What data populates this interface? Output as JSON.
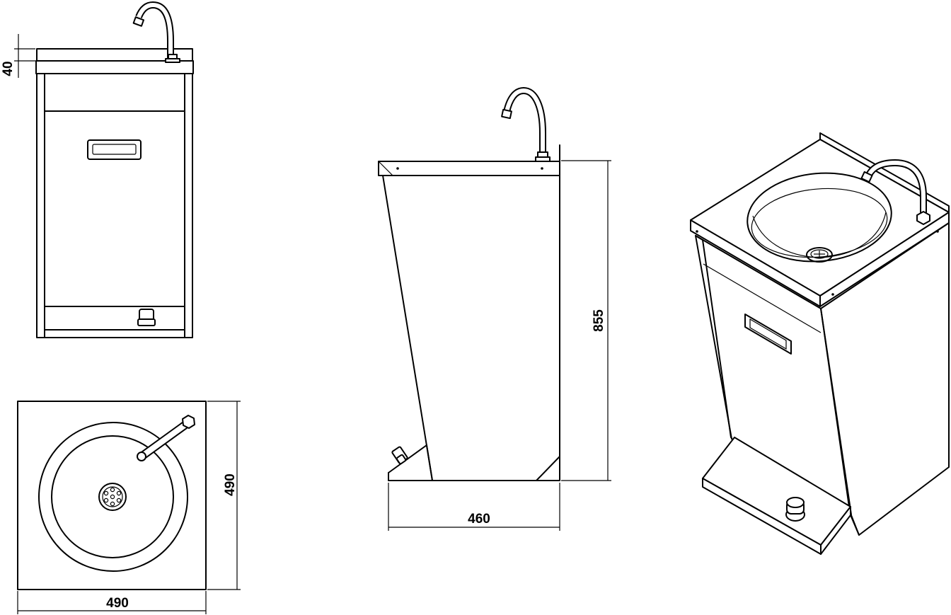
{
  "drawing": {
    "dimensions": {
      "front_top_thickness": "40",
      "plan_width": "490",
      "plan_depth": "490",
      "side_depth": "460",
      "side_height": "855"
    },
    "line_color": "#000000",
    "background": "#ffffff"
  }
}
